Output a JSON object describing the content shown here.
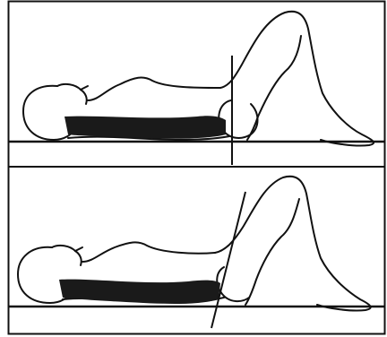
{
  "figure": {
    "panels": [
      {
        "id": "top",
        "pelvis_line": "vertical"
      },
      {
        "id": "bottom",
        "pelvis_line": "tilted"
      }
    ],
    "colors": {
      "ink": "#111111",
      "spine": "#1a1a1a",
      "background": "#ffffff"
    }
  }
}
